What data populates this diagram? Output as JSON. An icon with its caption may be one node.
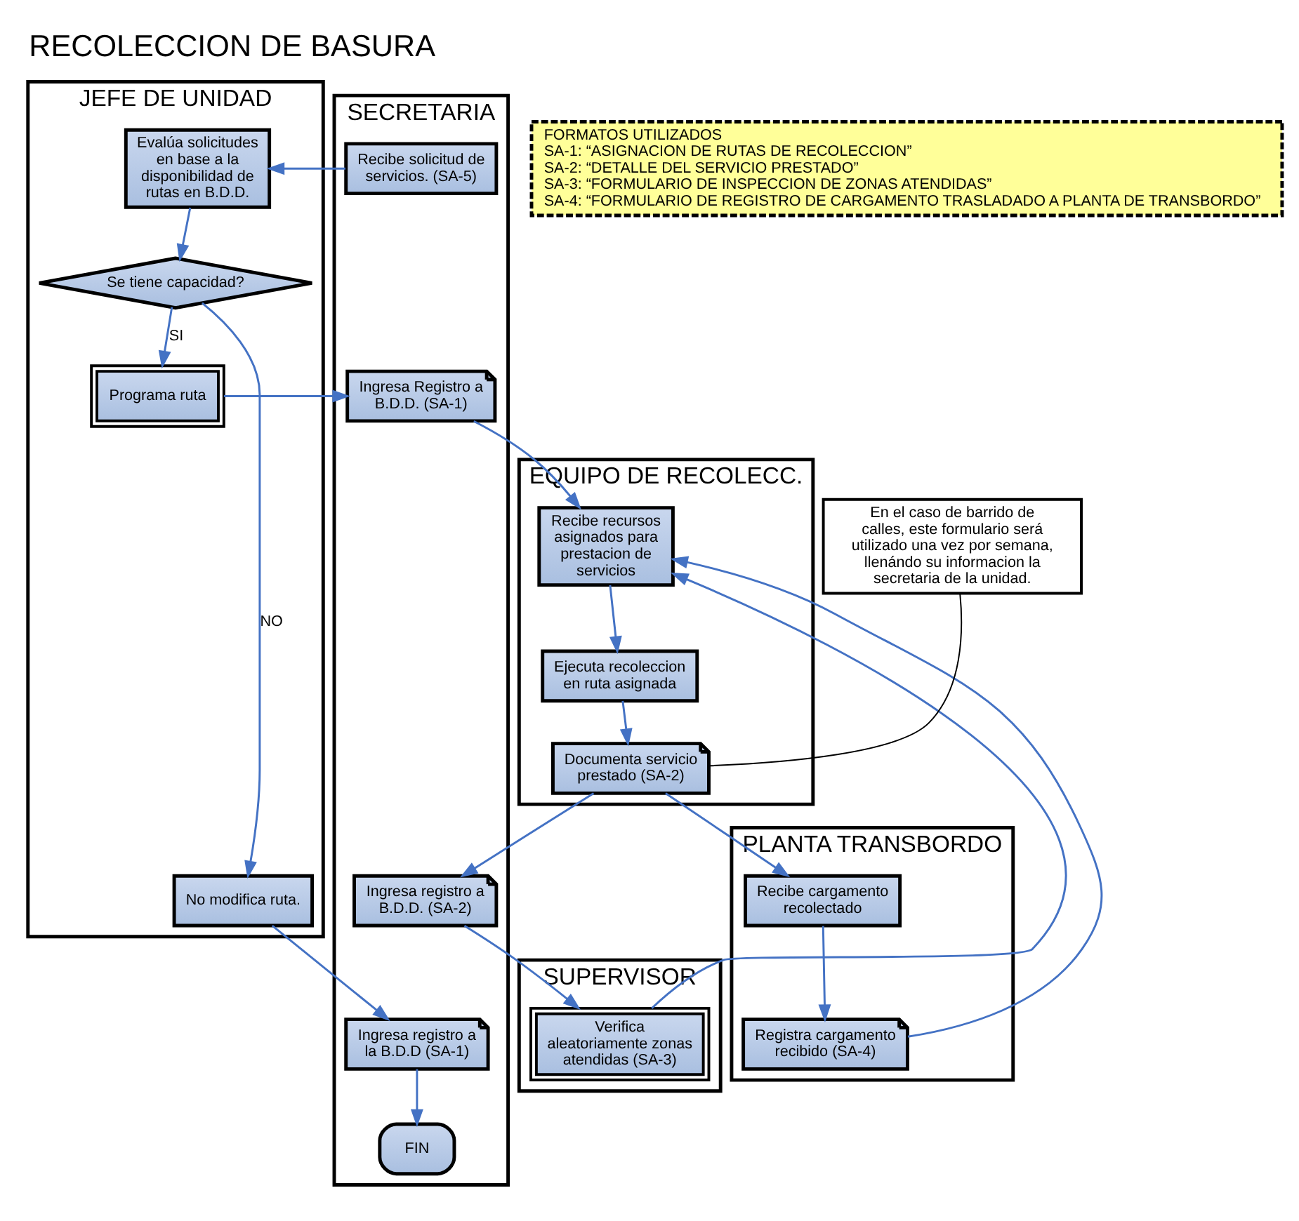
{
  "diagram": {
    "title": "RECOLECCION DE BASURA",
    "nodes": [
      {
        "text": [
          "JEFE DE UNIDAD"
        ]
      },
      {
        "text": [
          "SECRETARIA"
        ]
      },
      {
        "text": [
          "EQUIPO DE RECOLECC."
        ]
      },
      {
        "text": [
          "SUPERVISOR"
        ]
      },
      {
        "text": [
          "PLANTA TRANSBORDO"
        ]
      },
      {
        "text": [
          "Evalúa solicitudes en base a la disponibilidad de rutas en B.D.D."
        ],
        "in": 0
      },
      {
        "text": [
          "Se tiene capacidad?"
        ],
        "in": 0
      },
      {
        "text": [
          "Programa ruta"
        ],
        "in": 0
      },
      {
        "text": [
          "No modifica ruta."
        ],
        "in": 0
      },
      {
        "text": [
          "Recibe solicitud de servicios. (SA-5)"
        ],
        "in": 1
      },
      {
        "text": [
          "Ingresa Registro a B.D.D. (SA-1)"
        ],
        "in": 1
      },
      {
        "text": [
          "Ingresa registro a B.D.D. (SA-2)"
        ],
        "in": 1
      },
      {
        "text": [
          "Ingresa registro a la B.D.D (SA-1)"
        ],
        "in": 1
      },
      {
        "text": [
          "FIN"
        ],
        "in": 1
      },
      {
        "text": [
          "Recibe recursos asignados para prestacion de servicios"
        ],
        "in": 2
      },
      {
        "text": [
          "Ejecuta recoleccion en ruta asignada"
        ],
        "in": 2
      },
      {
        "text": [
          "Documenta servicio prestado (SA-2)"
        ],
        "in": 2
      },
      {
        "text": [
          "En el caso de barrido de calles, este formulario será utilizado una vez por semana, llenándo su informacion la secretaria de la unidad."
        ]
      },
      {
        "text": [
          "Verifica aleatoriamente zonas atendidas (SA-3)"
        ],
        "in": 3
      },
      {
        "text": [
          "Recibe cargamento recolectado"
        ],
        "in": 4
      },
      {
        "text": [
          "Registra cargamento recibido (SA-4)"
        ],
        "in": 4
      },
      {
        "text": [
          "FORMATOS UTILIZADOS",
          "SA-1: “ASIGNACION DE RUTAS DE RECOLECCION”",
          "SA-2: “DETALLE DEL SERVICIO PRESTADO”",
          "SA-3: “FORMULARIO DE INSPECCION DE ZONAS ATENDIDAS”",
          "SA-4: “FORMULARIO DE REGISTRO DE CARGAMENTO TRASLADADO A PLANTA DE TRANSBORDO”"
        ]
      }
    ],
    "edges": [
      {
        "from": 9,
        "to": 5,
        "arrow": "to"
      },
      {
        "from": 5,
        "to": 6,
        "arrow": "to"
      },
      {
        "from": 6,
        "to": 7,
        "arrow": "to",
        "label": "SI"
      },
      {
        "from": 6,
        "to": 8,
        "arrow": "to",
        "label": "NO"
      },
      {
        "from": 7,
        "to": 10,
        "arrow": "to"
      },
      {
        "from": 10,
        "to": 14,
        "arrow": "to"
      },
      {
        "from": 14,
        "to": 15,
        "arrow": "to"
      },
      {
        "from": 15,
        "to": 16,
        "arrow": "to"
      },
      {
        "from": 16,
        "to": 11,
        "arrow": "to"
      },
      {
        "from": 16,
        "to": 19,
        "arrow": "to"
      },
      {
        "from": 11,
        "to": 18,
        "arrow": "to"
      },
      {
        "from": 8,
        "to": 12,
        "arrow": "to"
      },
      {
        "from": 12,
        "to": 13,
        "arrow": "to"
      },
      {
        "from": 19,
        "to": 20,
        "arrow": "to"
      },
      {
        "from": 18,
        "to": 14,
        "arrow": "to"
      },
      {
        "from": 20,
        "to": 14,
        "arrow": "to"
      },
      {
        "from": 17,
        "to": 16,
        "arrow": "none",
        "color": "#000000"
      }
    ]
  }
}
